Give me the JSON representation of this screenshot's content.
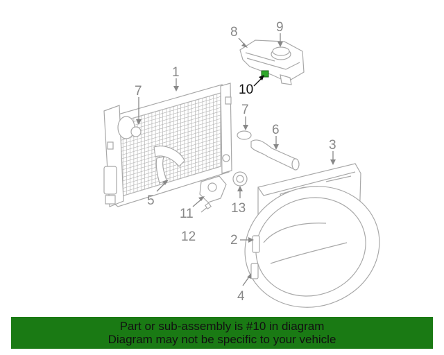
{
  "callouts": {
    "c1": "1",
    "c2": "2",
    "c3": "3",
    "c4": "4",
    "c5": "5",
    "c6": "6",
    "c7a": "7",
    "c7b": "7",
    "c8": "8",
    "c9": "9",
    "c10": "10",
    "c11": "11",
    "c12": "12",
    "c13": "13"
  },
  "highlight_part": "10",
  "colors": {
    "banner": "#1a7a14",
    "highlight": "#2ea82a",
    "drawing": "#a8a8a8"
  },
  "banner": {
    "line1": "Part or sub-assembly is #10 in diagram",
    "line2": "Diagram may not be specific to your vehicle"
  }
}
